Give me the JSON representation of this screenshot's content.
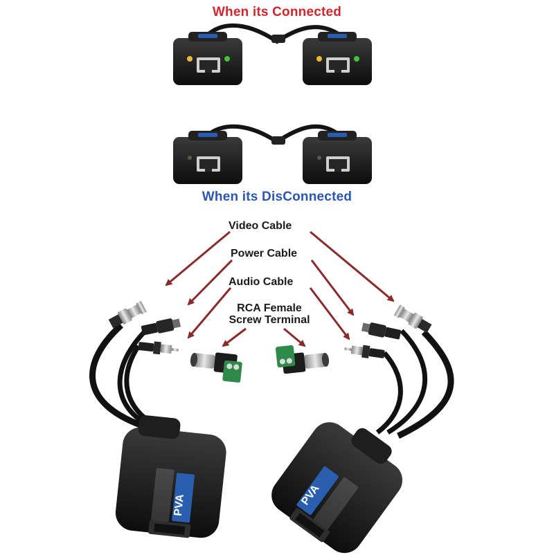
{
  "status_labels": {
    "connected": "When its Connected",
    "disconnected": "When its DisConnected"
  },
  "cable_labels": {
    "video": "Video Cable",
    "power": "Power Cable",
    "audio": "Audio Cable",
    "terminal_line1": "RCA Female",
    "terminal_line2": "Screw Terminal"
  },
  "device_label": "PVA",
  "colors": {
    "connected_text": "#d0262c",
    "disconnected_text": "#2a56b4",
    "arrow": "#8a2a2a",
    "device_body": "#1a1a1a",
    "terminal_green": "#2f8a4a",
    "led_green": "#3ec63a",
    "led_amber": "#f1b92c"
  },
  "leds": {
    "connected": "on",
    "disconnected": "off"
  }
}
